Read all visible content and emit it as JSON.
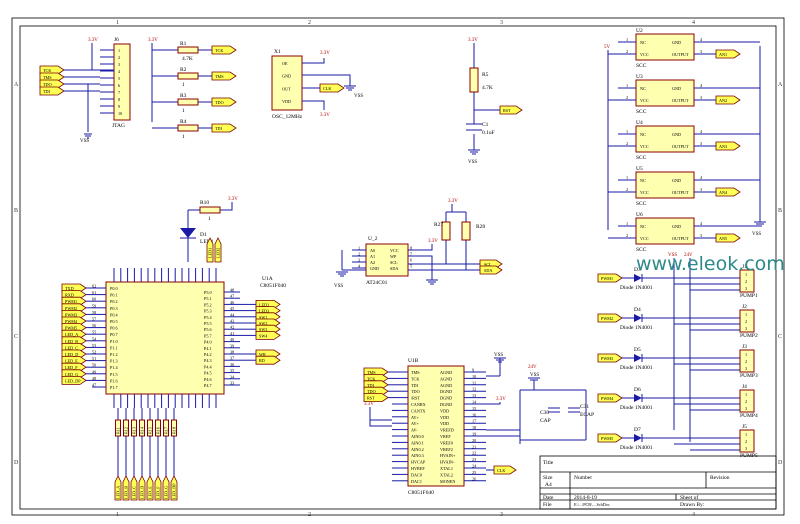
{
  "zone_columns": [
    "1",
    "2",
    "3",
    "4"
  ],
  "zone_rows": [
    "A",
    "B",
    "C",
    "D"
  ],
  "jtag": {
    "ref": "J6",
    "name": "JTAG",
    "nets": [
      "TCK",
      "TMS",
      "TDO",
      "TDI"
    ],
    "pins": [
      "1",
      "2",
      "3",
      "4",
      "5",
      "6",
      "7",
      "8",
      "9",
      "10"
    ],
    "supply": "3.3V",
    "ground": "VSS"
  },
  "pullups": {
    "supply": "3.3V",
    "resistors": [
      {
        "ref": "R1",
        "value": "4.7K",
        "net": "TCK"
      },
      {
        "ref": "R2",
        "value": "1",
        "net": "TMS"
      },
      {
        "ref": "R3",
        "value": "1",
        "net": "TDO"
      },
      {
        "ref": "R4",
        "value": "1",
        "net": "TDI"
      }
    ]
  },
  "oscillator": {
    "ref": "X1",
    "name": "OSC_12MHz",
    "pins": [
      "OE",
      "GND",
      "OUT",
      "VDD"
    ],
    "supply": "3.3V",
    "ground": "VSS",
    "out_net": "CLK"
  },
  "reset": {
    "supply": "3.3V",
    "resistor": {
      "ref": "R5",
      "value": "4.7K"
    },
    "capacitor": {
      "ref": "C1",
      "value": "0.1uF"
    },
    "net": "RST",
    "ground": "VSS"
  },
  "scc": {
    "supply": "5V",
    "ground": "VSS",
    "modules": [
      {
        "ref": "U2",
        "name": "SCC",
        "net": "AN1"
      },
      {
        "ref": "U3",
        "name": "SCC",
        "net": "AN2"
      },
      {
        "ref": "U4",
        "name": "SCC",
        "net": "AN3"
      },
      {
        "ref": "U5",
        "name": "SCC",
        "net": "AN4"
      },
      {
        "ref": "U6",
        "name": "SCC",
        "net": "AN5"
      }
    ],
    "pins_left": [
      "NC",
      "VCC"
    ],
    "pins_right": [
      "GND",
      "OUTPUT"
    ],
    "nums_left": [
      "1",
      "2"
    ],
    "nums_right": [
      "4",
      "3"
    ]
  },
  "led": {
    "ref": "D1",
    "label": "LED1",
    "resistor": {
      "ref": "R10",
      "value": "1"
    },
    "supply": "3.3V",
    "nets": [
      "LED1",
      "LED2"
    ]
  },
  "eeprom": {
    "ref": "U_2",
    "name": "AT24C01",
    "pins_left": [
      "A0",
      "A1",
      "A2",
      "GND"
    ],
    "pins_right": [
      "VCC",
      "WP",
      "SCL",
      "SDA"
    ],
    "nets": [
      "SCL",
      "SDA"
    ],
    "supply": "3.3V",
    "ground": "VSS",
    "resistors": [
      "R27",
      "R28"
    ]
  },
  "mcu": {
    "ref": "U1A",
    "name": "C8051F040",
    "left_nets": [
      "TXD",
      "RXD",
      "PWM1",
      "PWM2",
      "PWM3",
      "PWM4",
      "PWM5",
      "LED_A",
      "LED_B",
      "LED_C",
      "LED_D",
      "LED_E",
      "LED_F",
      "LED_G",
      "LED_DP"
    ],
    "left_pins": [
      "P0.0",
      "P0.1",
      "P0.2",
      "P0.3",
      "P0.4",
      "P0.5",
      "P0.6",
      "P0.7",
      "P1.0",
      "P1.1",
      "P1.2",
      "P1.3",
      "P1.4",
      "P1.5",
      "P1.6",
      "P1.7"
    ],
    "right_nets": [
      "LED2",
      "LED3",
      "SW1",
      "SW2",
      "SW3",
      "SW4",
      "WR",
      "RD"
    ],
    "right_pins": [
      "P5.0",
      "P5.1",
      "P5.2",
      "P5.3",
      "P5.4",
      "P5.5",
      "P5.6",
      "P5.7",
      "P4.0",
      "P4.1",
      "P4.2",
      "P4.3",
      "P4.4",
      "P4.5",
      "P4.6",
      "P4.7"
    ]
  },
  "mcu_b": {
    "ref": "U1B",
    "name": "C8051F040",
    "left_pins": [
      "TMS",
      "TCK",
      "TDI",
      "TDO",
      "/RST",
      "CANRX",
      "CANTX",
      "AV+",
      "AV+",
      "AV-",
      "AIN0.0",
      "AIN0.1",
      "AIN0.2",
      "AIN0.3",
      "HVCAP",
      "HVREF",
      "DAC0",
      "DAC1"
    ],
    "right_pins": [
      "AGND",
      "AGND",
      "AGND",
      "DGND",
      "DGND",
      "DGND",
      "VDD",
      "VDD",
      "VDD",
      "VREFD",
      "VREF",
      "VREF0",
      "VREF2",
      "HVAIN+",
      "HVAIN-",
      "XTAL1",
      "XTAL2",
      "MONEN"
    ],
    "flags": [
      "TMS",
      "TCK",
      "TDI",
      "TDO",
      "RST"
    ],
    "supply": "3.3V",
    "ground": "VSS",
    "clk": "CLK"
  },
  "caps": [
    {
      "ref": "C30",
      "value": "CAP"
    },
    {
      "ref": "C31",
      "value": "ECAP"
    }
  ],
  "pumps": {
    "supply": "24V",
    "ground": "VSS",
    "items": [
      {
        "net": "PWM1",
        "diode": "D3",
        "part": "Diode 1N4001",
        "conn": "J1",
        "name": "PUMP1"
      },
      {
        "net": "PWM2",
        "diode": "D4",
        "part": "Diode 1N4001",
        "conn": "J2",
        "name": "PUMP2"
      },
      {
        "net": "PWM3",
        "diode": "D5",
        "part": "Diode 1N4001",
        "conn": "J3",
        "name": "PUMP3"
      },
      {
        "net": "PWM4",
        "diode": "D6",
        "part": "Diode 1N4001",
        "conn": "J4",
        "name": "PUMP4"
      },
      {
        "net": "PWM5",
        "diode": "D7",
        "part": "Diode 1N4001",
        "conn": "J5",
        "name": "PUMP5"
      }
    ]
  },
  "resistor_array": {
    "labels": [
      "R11",
      "R12",
      "R13",
      "R14",
      "R15",
      "R16",
      "R17",
      "R18"
    ],
    "nets": [
      "LED_A",
      "LED_B",
      "LED_C",
      "LED_D",
      "LED_E",
      "LED_F",
      "LED_G",
      "LED_DP"
    ]
  },
  "title_block": {
    "title_label": "Title",
    "size_label": "Size",
    "size": "A4",
    "number_label": "Number",
    "revision_label": "Revision",
    "date_label": "Date",
    "date": "2014-8-19",
    "sheet_label": "Sheet of",
    "file_label": "File",
    "file": "E:\\...\\PCB\\....SchDoc",
    "drawn_label": "Drawn By:"
  },
  "watermark": "www.eleok.com",
  "colors": {
    "wire": "#1a1aa6",
    "body": "#ffffb0",
    "outline": "#8b0000",
    "flag": "#ffff55",
    "watermark": "#2d8a8a"
  }
}
